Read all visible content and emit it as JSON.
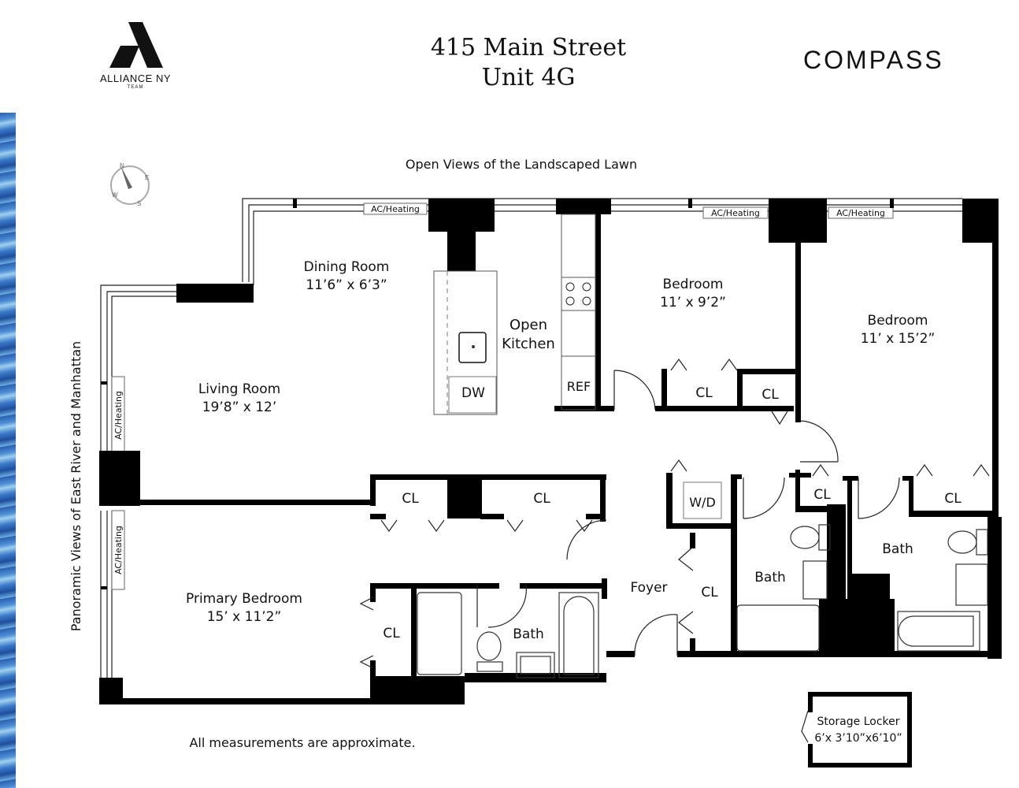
{
  "header": {
    "title_line1": "415 Main Street",
    "title_line2": "Unit 4G",
    "logo_left": {
      "name": "ALLIANCE NY",
      "sub": "TEAM"
    },
    "logo_right": "COMPASS"
  },
  "views": {
    "top": "Open Views of the Landscaped Lawn",
    "left": "Panoramic Views of East River and Manhattan"
  },
  "compass_rose": {
    "n": "N",
    "e": "E",
    "s": "S",
    "w": "W"
  },
  "rooms": {
    "dining": {
      "name": "Dining Room",
      "dims": "11’6” x 6’3”"
    },
    "living": {
      "name": "Living Room",
      "dims": "19’8” x 12’"
    },
    "kitchen": {
      "line1": "Open",
      "line2": "Kitchen"
    },
    "bedroom1": {
      "name": "Bedroom",
      "dims": "11’ x 9’2”"
    },
    "bedroom2": {
      "name": "Bedroom",
      "dims": "11’ x 15’2”"
    },
    "primary": {
      "name": "Primary Bedroom",
      "dims": "15’ x 11’2”"
    },
    "foyer": "Foyer",
    "bath": "Bath"
  },
  "fixtures": {
    "dw": "DW",
    "ref": "REF",
    "wd": "W/D",
    "closet": "CL",
    "ac": "AC/Heating"
  },
  "storage": {
    "name": "Storage Locker",
    "dims": "6’x 3’10”x6’10”"
  },
  "footer_note": "All measurements are approximate."
}
